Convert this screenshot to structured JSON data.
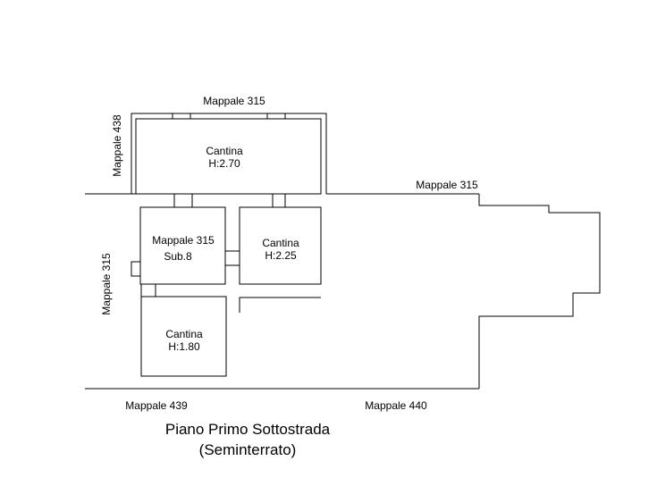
{
  "plan": {
    "title_line1": "Piano Primo Sottostrada",
    "title_line2": "(Seminterrato)"
  },
  "neighbors": {
    "top": "Mappale 315",
    "left_upper": "Mappale 438",
    "right": "Mappale 315",
    "left_lower": "Mappale 315",
    "bottom_left": "Mappale 439",
    "bottom_right": "Mappale 440"
  },
  "rooms": {
    "top_cellar": {
      "name": "Cantina",
      "height": "H:2.70"
    },
    "sub8": {
      "name": "Mappale 315",
      "sub": "Sub.8"
    },
    "mid_cellar": {
      "name": "Cantina",
      "height": "H:2.25"
    },
    "bottom_cellar": {
      "name": "Cantina",
      "height": "H:1.80"
    }
  }
}
